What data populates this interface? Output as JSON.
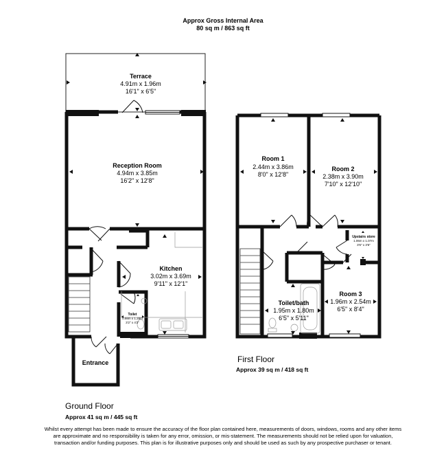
{
  "header": {
    "line1": "Approx Gross Internal Area",
    "line2": "80 sq m / 863 sq ft"
  },
  "ground_floor": {
    "label": "Ground Floor",
    "area": "Approx 41 sq m / 445 sq ft",
    "rooms": {
      "terrace": {
        "name": "Terrace",
        "metric": "4.91m x 1.96m",
        "imperial": "16'1\" x 6'5\""
      },
      "reception": {
        "name": "Reception Room",
        "metric": "4.94m x 3.85m",
        "imperial": "16'2\" x 12'8\""
      },
      "kitchen": {
        "name": "Kitchen",
        "metric": "3.02m x 3.69m",
        "imperial": "9'11\" x 12'1\""
      },
      "toilet": {
        "name": "Toilet",
        "metric": "0.98m x 1.28m",
        "imperial": "3'2\" x 4'2\""
      },
      "entrance": {
        "name": "Entrance"
      }
    }
  },
  "first_floor": {
    "label": "First Floor",
    "area": "Approx 39 sq m / 418 sq ft",
    "rooms": {
      "room1": {
        "name": "Room 1",
        "metric": "2.44m x 3.86m",
        "imperial": "8'0\" x 12'8\""
      },
      "room2": {
        "name": "Room 2",
        "metric": "2.38m x 3.90m",
        "imperial": "7'10\" x 12'10\""
      },
      "upstairs_store": {
        "name": "Upstairs store",
        "metric": "1.06m x 1.07m",
        "imperial": "3'6\" x 3'6\""
      },
      "toilet_bath": {
        "name": "Toilet/bath",
        "metric": "1.95m x 1.80m",
        "imperial": "6'5\" x 5'11\""
      },
      "room3": {
        "name": "Room 3",
        "metric": "1.96m x 2.54m",
        "imperial": "6'5\" x 8'4\""
      }
    }
  },
  "disclaimer": "Whilst every attempt has been made to ensure the accuracy of the floor plan contained here, measurements of doors, windows, rooms and any other items are approximate and no responsibility is taken for any error, omission, or mis-statement. The measurements should not be relied upon for valuation, transaction and/or funding purposes. This plan is for illustrative purposes only and should be used as such by any prospective purchaser or tenant.",
  "colors": {
    "wall": "#111111",
    "fixture": "#888888",
    "background": "#ffffff"
  }
}
